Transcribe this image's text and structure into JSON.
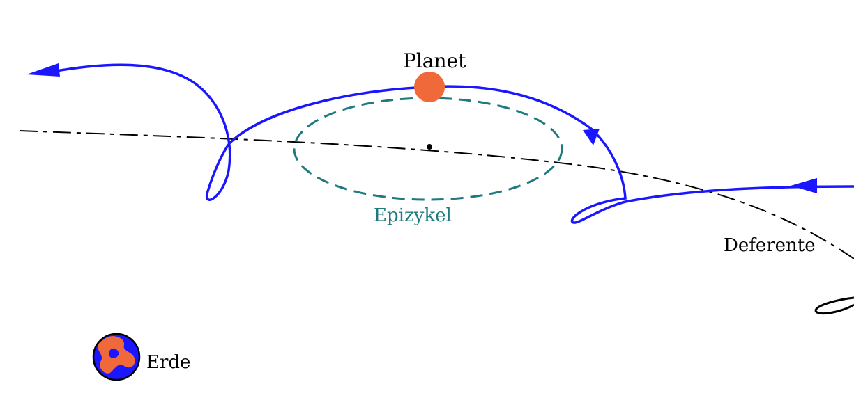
{
  "labels": {
    "planet": "Planet",
    "epicycle": "Epizykel",
    "deferent": "Deferente",
    "earth": "Erde"
  },
  "colors": {
    "background": "#ffffff",
    "path": "#1a16ff",
    "planet": "#f0693a",
    "epicycle": "#1f7a80",
    "deferent": "#000000",
    "earth_land": "#1a16ff",
    "earth_sea": "#f0693a"
  }
}
